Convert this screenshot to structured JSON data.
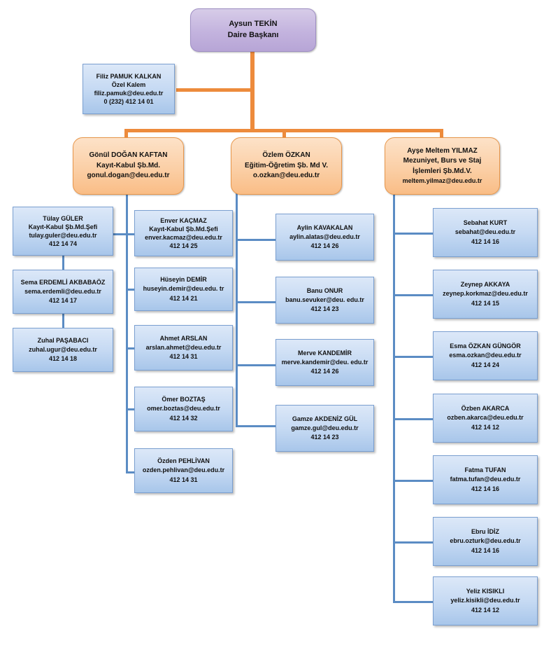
{
  "colors": {
    "connector_blue": "#5b8cc4",
    "connector_orange": "#ED8B3C",
    "root_fill": "#c3b3de",
    "manager_fill": "#fbcfa6",
    "staff_fill": "#c6daf3"
  },
  "root": {
    "name": "Aysun TEKİN",
    "title": "Daire Başkanı"
  },
  "assistant": {
    "name": "Filiz PAMUK KALKAN",
    "title": "Özel Kalem",
    "email": "filiz.pamuk@deu.edu.tr",
    "phone": "0  (232) 412 14 01"
  },
  "managers": [
    {
      "name": "Gönül DOĞAN KAFTAN",
      "title": "Kayıt-Kabul Şb.Md.",
      "email": "gonul.dogan@deu.edu.tr"
    },
    {
      "name": "Özlem ÖZKAN",
      "title": "Eğitim-Öğretim Şb. Md V.",
      "email": "o.ozkan@deu.edu.tr"
    },
    {
      "name": "Ayşe Meltem YILMAZ",
      "title": "Mezuniyet, Burs ve Staj İşlemleri Şb.Md.V.",
      "email": "meltem.yilmaz@deu.edu.tr"
    }
  ],
  "column_left": [
    {
      "name": "Tülay GÜLER",
      "title": "Kayıt-Kabul Şb.Md.Şefi",
      "email": "tulay.guler@deu.edu.tr",
      "phone": "412 14 74"
    },
    {
      "name": "Sema ERDEMLİ AKBABAÖZ",
      "title": "",
      "email": "sema.erdemli@deu.edu.tr",
      "phone": "412 14 17"
    },
    {
      "name": "Zuhal PAŞABACI",
      "title": "",
      "email": "zuhal.ugur@deu.edu.tr",
      "phone": "412 14 18"
    }
  ],
  "column_two": [
    {
      "name": "Enver KAÇMAZ",
      "title": "Kayıt-Kabul Şb.Md.Şefi",
      "email": "enver.kacmaz@deu.edu.tr",
      "phone": "412 14 25"
    },
    {
      "name": "Hüseyin DEMİR",
      "title": "",
      "email": "huseyin.demir@deu.edu. tr",
      "phone": "412 14 21"
    },
    {
      "name": "Ahmet ARSLAN",
      "title": "",
      "email": "arslan.ahmet@deu.edu.tr",
      "phone": "412 14 31"
    },
    {
      "name": "Ömer BOZTAŞ",
      "title": "",
      "email": "omer.boztas@deu.edu.tr",
      "phone": "412 14 32"
    },
    {
      "name": "Özden PEHLİVAN",
      "title": "",
      "email": "ozden.pehlivan@deu.edu.tr",
      "phone": "412 14 31"
    }
  ],
  "column_three": [
    {
      "name": "Aylin KAVAKALAN",
      "title": "",
      "email": "aylin.alatas@deu.edu.tr",
      "phone": "412 14 26"
    },
    {
      "name": "Banu ONUR",
      "title": "",
      "email": "banu.sevuker@deu. edu.tr",
      "phone": "412 14 23"
    },
    {
      "name": "Merve KANDEMİR",
      "title": "",
      "email": "merve.kandemir@deu. edu.tr",
      "phone": "412 14 26"
    },
    {
      "name": "Gamze AKDENİZ GÜL",
      "title": "",
      "email": "gamze.gul@deu.edu.tr",
      "phone": "412 14 23"
    }
  ],
  "column_four": [
    {
      "name": "Sebahat KURT",
      "title": "",
      "email": "sebahat@deu.edu.tr",
      "phone": "412 14 16"
    },
    {
      "name": "Zeynep  AKKAYA",
      "title": "",
      "email": "zeynep.korkmaz@deu.edu.tr",
      "phone": "412 14 15"
    },
    {
      "name": "Esma ÖZKAN GÜNGÖR",
      "title": "",
      "email": "esma.ozkan@deu.edu.tr",
      "phone": "412 14 24"
    },
    {
      "name": "Özben AKARCA",
      "title": "",
      "email": "ozben.akarca@deu.edu.tr",
      "phone": "412 14 12"
    },
    {
      "name": "Fatma TUFAN",
      "title": "",
      "email": "fatma.tufan@deu.edu.tr",
      "phone": "412 14 16"
    },
    {
      "name": "Ebru İDİZ",
      "title": "",
      "email": "ebru.ozturk@deu.edu.tr",
      "phone": "412 14 16"
    },
    {
      "name": "Yeliz KISIKLI",
      "title": "",
      "email": "yeliz.kisikli@deu.edu.tr",
      "phone": "412 14 12"
    }
  ]
}
